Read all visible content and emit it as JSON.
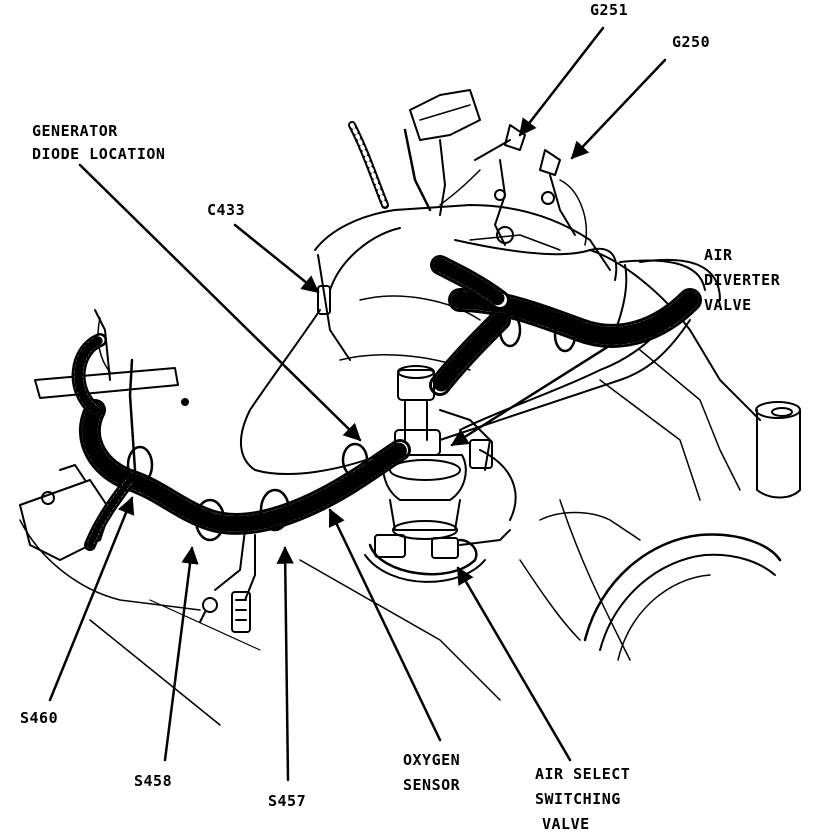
{
  "labels": {
    "g251": "G251",
    "g250": "G250",
    "generator_line1": "GENERATOR",
    "generator_line2": "DIODE LOCATION",
    "c433": "C433",
    "air_diverter_line1": "AIR",
    "air_diverter_line2": "DIVERTER",
    "air_diverter_line3": "VALVE",
    "s460": "S460",
    "s458": "S458",
    "s457": "S457",
    "oxygen_line1": "OXYGEN",
    "oxygen_line2": "SENSOR",
    "air_select_line1": "AIR SELECT",
    "air_select_line2": "SWITCHING",
    "air_select_line3": "VALVE"
  },
  "colors": {
    "ink": "#000000",
    "background": "#ffffff"
  }
}
